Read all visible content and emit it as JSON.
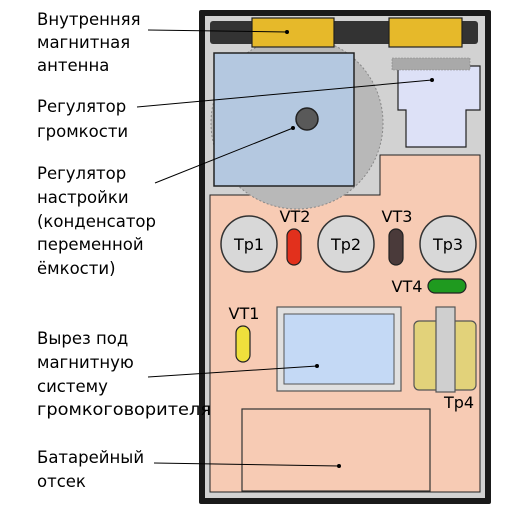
{
  "labels": {
    "antenna": [
      "Внутренняя",
      "магнитная",
      "антенна"
    ],
    "volume": [
      "Регулятор",
      "громкости"
    ],
    "tuning": [
      "Регулятор",
      "настройки",
      "(конденсатор",
      "переменной",
      "ёмкости)"
    ],
    "speaker": [
      "Вырез под",
      "магнитную",
      "систему",
      "громкоговорителя"
    ],
    "battery": [
      "Батарейный",
      "отсек"
    ]
  },
  "components": {
    "tr1": "Тр1",
    "tr2": "Тр2",
    "tr3": "Тр3",
    "tr4": "Тр4",
    "vt1": "VT1",
    "vt2": "VT2",
    "vt3": "VT3",
    "vt4": "VT4"
  },
  "colors": {
    "case": "#1a1a1a",
    "case_inner": "#d2d2d2",
    "board": "#f7cbb4",
    "antenna_rod": "#333333",
    "antenna_coil": "#e6b92a",
    "tuning_disc": "#b8b8b8",
    "tuning_body": "#b4c8e0",
    "knob": "#595959",
    "earphone_jack": "#dde1f7",
    "speaker_cutout": "#c4d9f5",
    "transistor_vt1": "#efe03c",
    "transistor_vt2": "#e2301c",
    "transistor_vt3": "#4a3a3a",
    "transistor_vt4": "#1f9a1f",
    "transformer_core": "#e2d27a",
    "tr_circle": "#d8d8d8"
  }
}
